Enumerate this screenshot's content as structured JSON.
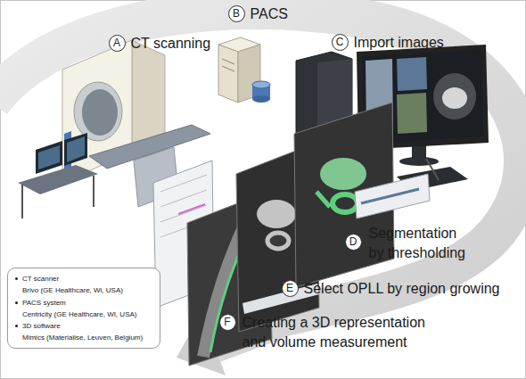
{
  "diagram": {
    "nodes": [
      {
        "text": [
          "A",
          "CT scanning"
        ]
      },
      {
        "text": [
          "B",
          "PACS"
        ]
      },
      {
        "text": [
          "C",
          "Import images"
        ]
      },
      {
        "text": [
          "D",
          "Segmentation by thresholding"
        ]
      },
      {
        "text": [
          "E",
          "Select OPLL by region growing"
        ]
      },
      {
        "text": [
          "F",
          "Creating a 3D representation and volume measurement"
        ]
      },
      {
        "text": [
          "CT scanner",
          "Brivo (GE Healthcare, Wi, USA)",
          "PACS system",
          "Centricity (GE Healthcare, WI, USA)",
          "3D software",
          "Mimics (Materialise, Leuven, Belgium)"
        ]
      }
    ]
  }
}
